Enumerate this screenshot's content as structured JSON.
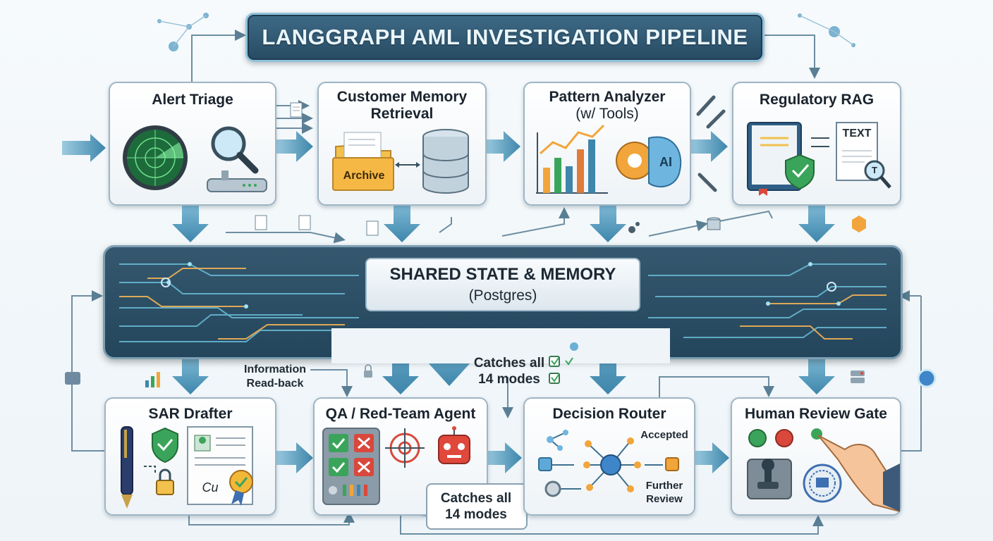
{
  "title": "LANGGRAPH AML INVESTIGATION PIPELINE",
  "nodes": {
    "alert_triage": {
      "title": "Alert Triage"
    },
    "customer_memory": {
      "title_line1": "Customer Memory",
      "title_line2": "Retrieval",
      "archive_label": "Archive"
    },
    "pattern_analyzer": {
      "title_line1": "Pattern Analyzer",
      "title_line2": "(w/ Tools)",
      "ai_label": "AI"
    },
    "regulatory_rag": {
      "title": "Regulatory RAG",
      "text_label": "TEXT",
      "t_label": "T"
    },
    "sar_drafter": {
      "title": "SAR Drafter",
      "signature": "Cu"
    },
    "qa_agent": {
      "title": "QA / Red-Team Agent",
      "callout_line1": "Catches all",
      "callout_line2": "14 modes"
    },
    "decision_router": {
      "title": "Decision Router",
      "accepted_label": "Accepted",
      "further_line1": "Further",
      "further_line2": "Review"
    },
    "human_review": {
      "title": "Human Review Gate"
    }
  },
  "hub": {
    "title": "SHARED STATE & MEMORY",
    "subtitle": "(Postgres)"
  },
  "annotations": {
    "info_readback_line1": "Information",
    "info_readback_line2": "Read-back",
    "catches_line1": "Catches all",
    "catches_line2": "14 modes"
  },
  "colors": {
    "banner": "#2f566f",
    "hub": "#2d5068",
    "arrow": "#5e9fc0",
    "accent_green": "#3aa55a",
    "accent_red": "#d9483b",
    "accent_orange": "#f2a53a"
  }
}
